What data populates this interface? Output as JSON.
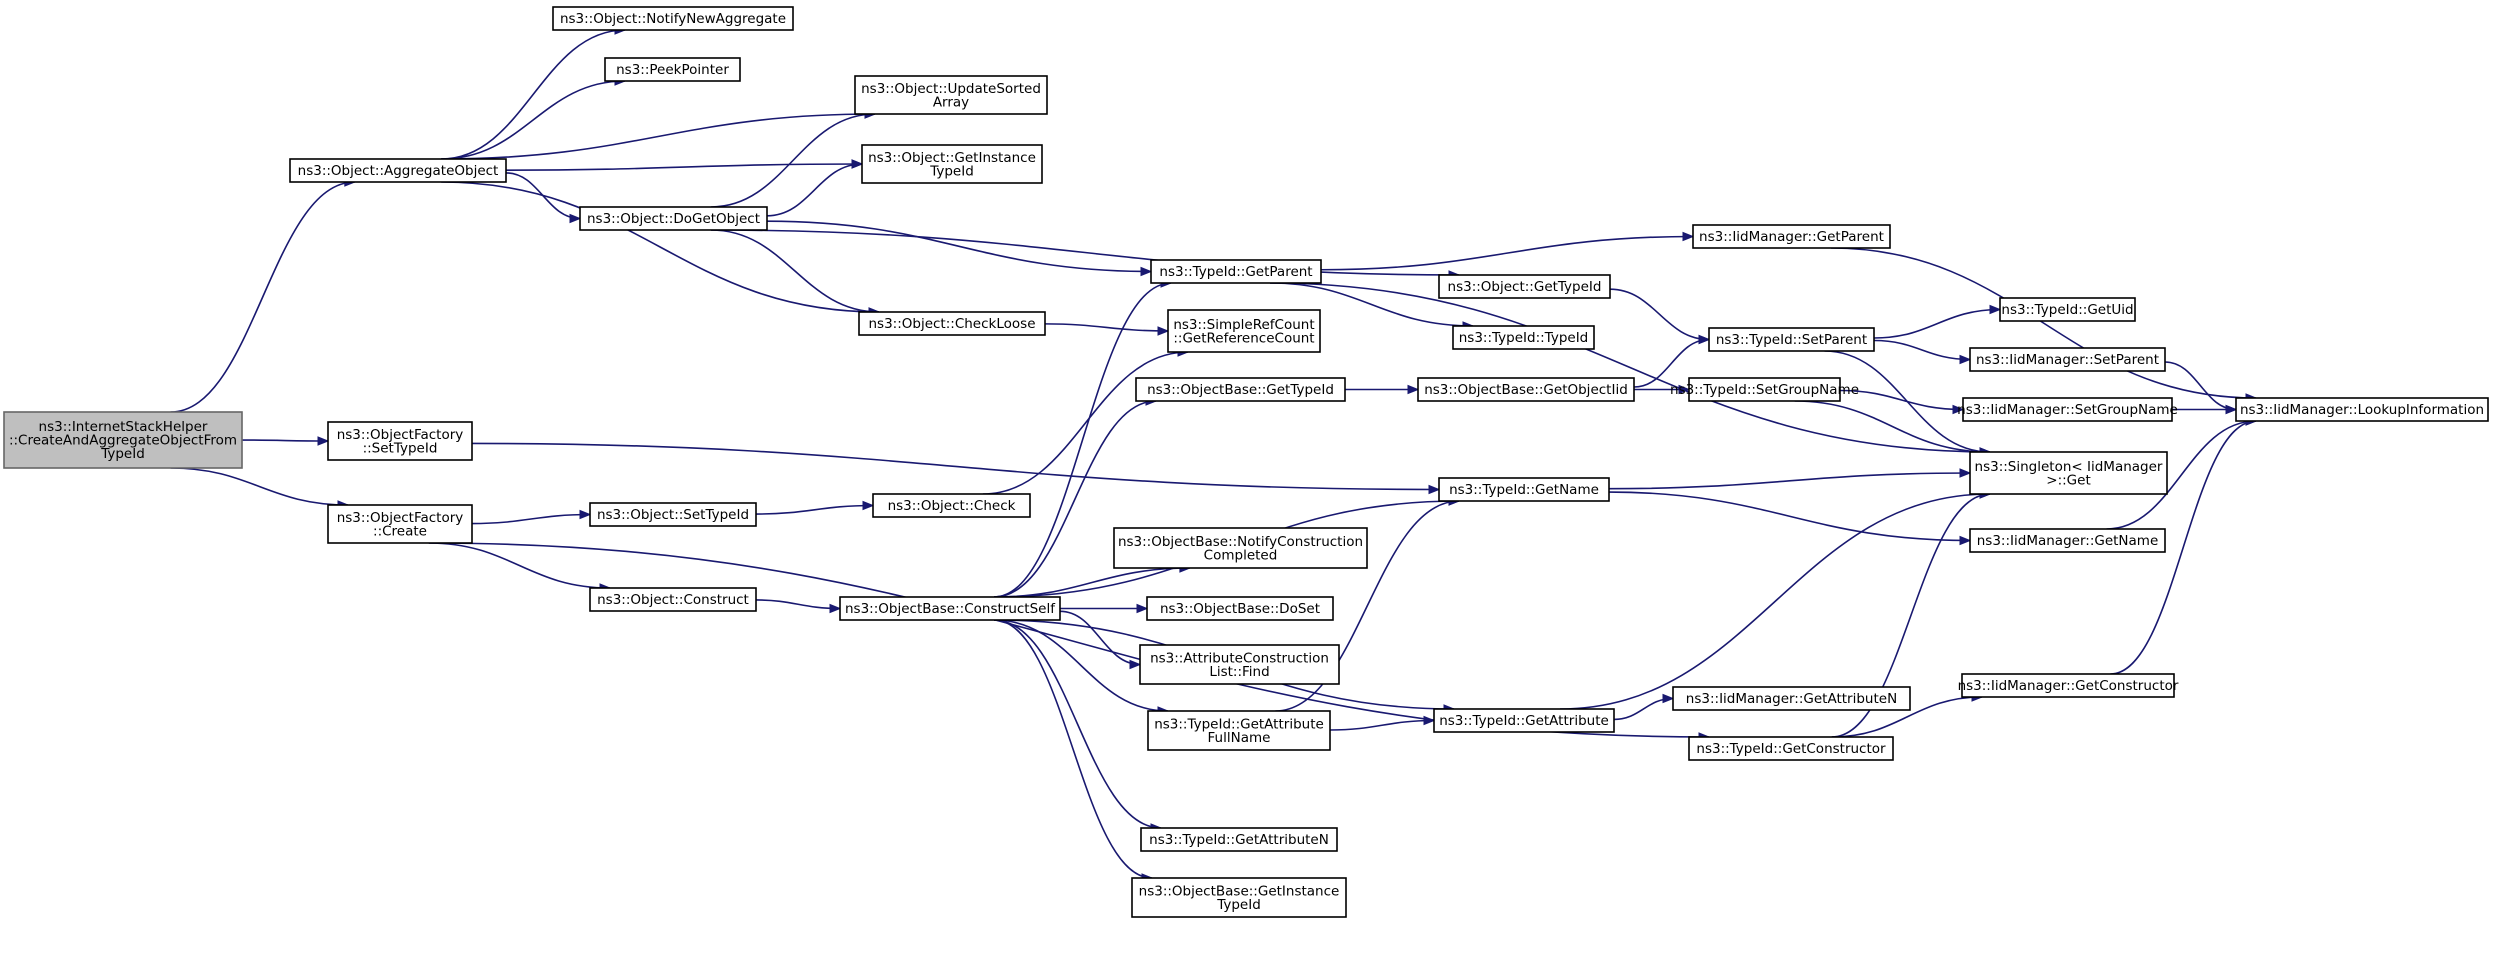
{
  "colors": {
    "edge": "#191970",
    "root_fill": "#bfbfbf",
    "node_fill": "#ffffff",
    "border": "#000000"
  },
  "nodes": [
    {
      "id": "root",
      "lines": [
        "ns3::InternetStackHelper",
        "::CreateAndAggregateObjectFrom",
        "TypeId"
      ],
      "root": true
    },
    {
      "id": "aggregate",
      "lines": [
        "ns3::Object::AggregateObject"
      ]
    },
    {
      "id": "of_settypeid",
      "lines": [
        "ns3::ObjectFactory",
        "::SetTypeId"
      ]
    },
    {
      "id": "of_create",
      "lines": [
        "ns3::ObjectFactory",
        "::Create"
      ]
    },
    {
      "id": "notify_new_agg",
      "lines": [
        "ns3::Object::NotifyNewAggregate"
      ]
    },
    {
      "id": "peekpointer",
      "lines": [
        "ns3::PeekPointer"
      ]
    },
    {
      "id": "update_sorted",
      "lines": [
        "ns3::Object::UpdateSorted",
        "Array"
      ]
    },
    {
      "id": "obj_get_instance",
      "lines": [
        "ns3::Object::GetInstance",
        "TypeId"
      ]
    },
    {
      "id": "dogetobject",
      "lines": [
        "ns3::Object::DoGetObject"
      ]
    },
    {
      "id": "checkloose",
      "lines": [
        "ns3::Object::CheckLoose"
      ]
    },
    {
      "id": "obj_settypeid",
      "lines": [
        "ns3::Object::SetTypeId"
      ]
    },
    {
      "id": "obj_check",
      "lines": [
        "ns3::Object::Check"
      ]
    },
    {
      "id": "obj_construct",
      "lines": [
        "ns3::Object::Construct"
      ]
    },
    {
      "id": "tid_getparent",
      "lines": [
        "ns3::TypeId::GetParent"
      ]
    },
    {
      "id": "simpleref",
      "lines": [
        "ns3::SimpleRefCount",
        "::GetReferenceCount"
      ]
    },
    {
      "id": "ob_gettypeid",
      "lines": [
        "ns3::ObjectBase::GetTypeId"
      ]
    },
    {
      "id": "constructself",
      "lines": [
        "ns3::ObjectBase::ConstructSelf"
      ]
    },
    {
      "id": "notify_construction",
      "lines": [
        "ns3::ObjectBase::NotifyConstruction",
        "Completed"
      ]
    },
    {
      "id": "ob_doset",
      "lines": [
        "ns3::ObjectBase::DoSet"
      ]
    },
    {
      "id": "attr_find",
      "lines": [
        "ns3::AttributeConstruction",
        "List::Find"
      ]
    },
    {
      "id": "tid_getattr_fullname",
      "lines": [
        "ns3::TypeId::GetAttribute",
        "FullName"
      ]
    },
    {
      "id": "tid_getattrn",
      "lines": [
        "ns3::TypeId::GetAttributeN"
      ]
    },
    {
      "id": "ob_getinstance",
      "lines": [
        "ns3::ObjectBase::GetInstance",
        "TypeId"
      ]
    },
    {
      "id": "obj_gettypeid",
      "lines": [
        "ns3::Object::GetTypeId"
      ]
    },
    {
      "id": "tid_typeid",
      "lines": [
        "ns3::TypeId::TypeId"
      ]
    },
    {
      "id": "ob_getobjectiid",
      "lines": [
        "ns3::ObjectBase::GetObjectIid"
      ]
    },
    {
      "id": "tid_getname",
      "lines": [
        "ns3::TypeId::GetName"
      ]
    },
    {
      "id": "tid_getattribute",
      "lines": [
        "ns3::TypeId::GetAttribute"
      ]
    },
    {
      "id": "iid_getparent",
      "lines": [
        "ns3::IidManager::GetParent"
      ]
    },
    {
      "id": "tid_setparent",
      "lines": [
        "ns3::TypeId::SetParent"
      ]
    },
    {
      "id": "tid_setgroupname",
      "lines": [
        "ns3::TypeId::SetGroupName"
      ]
    },
    {
      "id": "iid_getattrn",
      "lines": [
        "ns3::IidManager::GetAttributeN"
      ]
    },
    {
      "id": "tid_getconstructor",
      "lines": [
        "ns3::TypeId::GetConstructor"
      ]
    },
    {
      "id": "tid_getuid",
      "lines": [
        "ns3::TypeId::GetUid"
      ]
    },
    {
      "id": "iid_setparent",
      "lines": [
        "ns3::IidManager::SetParent"
      ]
    },
    {
      "id": "iid_setgroupname",
      "lines": [
        "ns3::IidManager::SetGroupName"
      ]
    },
    {
      "id": "singleton_get",
      "lines": [
        "ns3::Singleton< IidManager",
        " >::Get"
      ]
    },
    {
      "id": "iid_getname",
      "lines": [
        "ns3::IidManager::GetName"
      ]
    },
    {
      "id": "iid_getconstructor",
      "lines": [
        "ns3::IidManager::GetConstructor"
      ]
    },
    {
      "id": "iid_lookup",
      "lines": [
        "ns3::IidManager::LookupInformation"
      ]
    }
  ],
  "edges": [
    [
      "root",
      "aggregate"
    ],
    [
      "root",
      "of_settypeid"
    ],
    [
      "root",
      "of_create"
    ],
    [
      "aggregate",
      "notify_new_agg"
    ],
    [
      "aggregate",
      "peekpointer"
    ],
    [
      "aggregate",
      "update_sorted"
    ],
    [
      "aggregate",
      "obj_get_instance"
    ],
    [
      "aggregate",
      "dogetobject"
    ],
    [
      "aggregate",
      "checkloose"
    ],
    [
      "dogetobject",
      "update_sorted"
    ],
    [
      "dogetobject",
      "obj_get_instance"
    ],
    [
      "dogetobject",
      "checkloose"
    ],
    [
      "dogetobject",
      "tid_getparent"
    ],
    [
      "dogetobject",
      "obj_gettypeid"
    ],
    [
      "checkloose",
      "simpleref"
    ],
    [
      "of_settypeid",
      "tid_getname"
    ],
    [
      "of_create",
      "obj_settypeid"
    ],
    [
      "of_create",
      "obj_construct"
    ],
    [
      "of_create",
      "tid_getconstructor"
    ],
    [
      "obj_settypeid",
      "obj_check"
    ],
    [
      "obj_check",
      "simpleref"
    ],
    [
      "obj_construct",
      "constructself"
    ],
    [
      "constructself",
      "tid_getparent"
    ],
    [
      "constructself",
      "ob_gettypeid"
    ],
    [
      "constructself",
      "tid_getname"
    ],
    [
      "constructself",
      "notify_construction"
    ],
    [
      "constructself",
      "ob_doset"
    ],
    [
      "constructself",
      "attr_find"
    ],
    [
      "constructself",
      "tid_getattr_fullname"
    ],
    [
      "constructself",
      "tid_getattribute"
    ],
    [
      "constructself",
      "tid_getattrn"
    ],
    [
      "constructself",
      "ob_getinstance"
    ],
    [
      "tid_getparent",
      "iid_getparent"
    ],
    [
      "tid_getparent",
      "tid_typeid"
    ],
    [
      "tid_getparent",
      "singleton_get"
    ],
    [
      "obj_gettypeid",
      "tid_setparent"
    ],
    [
      "ob_gettypeid",
      "ob_getobjectiid"
    ],
    [
      "ob_getobjectiid",
      "tid_setparent"
    ],
    [
      "ob_getobjectiid",
      "tid_setgroupname"
    ],
    [
      "tid_getname",
      "singleton_get"
    ],
    [
      "tid_getname",
      "iid_getname"
    ],
    [
      "tid_getattr_fullname",
      "tid_getname"
    ],
    [
      "tid_getattr_fullname",
      "tid_getattribute"
    ],
    [
      "tid_getattribute",
      "singleton_get"
    ],
    [
      "tid_getattribute",
      "iid_getattrn"
    ],
    [
      "iid_getparent",
      "iid_lookup"
    ],
    [
      "tid_setparent",
      "tid_getuid"
    ],
    [
      "tid_setparent",
      "iid_setparent"
    ],
    [
      "tid_setparent",
      "singleton_get"
    ],
    [
      "tid_setgroupname",
      "iid_setgroupname"
    ],
    [
      "tid_setgroupname",
      "singleton_get"
    ],
    [
      "tid_getconstructor",
      "singleton_get"
    ],
    [
      "tid_getconstructor",
      "iid_getconstructor"
    ],
    [
      "iid_setparent",
      "iid_lookup"
    ],
    [
      "iid_setgroupname",
      "iid_lookup"
    ],
    [
      "iid_getname",
      "iid_lookup"
    ],
    [
      "iid_getconstructor",
      "iid_lookup"
    ]
  ]
}
